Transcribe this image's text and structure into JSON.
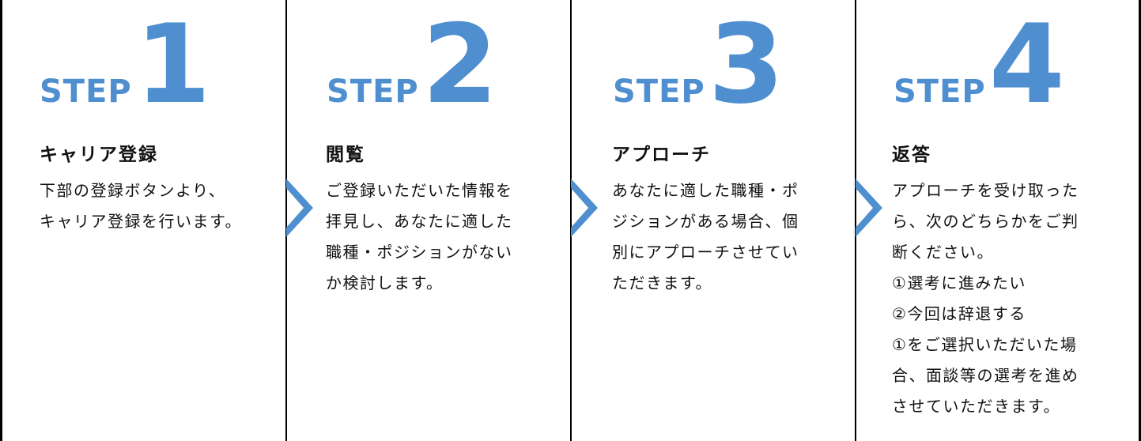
{
  "accent_color": "#4f8fd0",
  "steps": [
    {
      "word": "STEP",
      "number": "1",
      "title": "キャリア登録",
      "lines": [
        "下部の登録ボタンより、",
        "キャリア登録を行います。"
      ]
    },
    {
      "word": "STEP",
      "number": "2",
      "title": "閲覧",
      "lines": [
        "ご登録いただいた情報を",
        "拝見し、あなたに適した",
        "職種・ポジションがない",
        "か検討します。"
      ]
    },
    {
      "word": "STEP",
      "number": "3",
      "title": "アプローチ",
      "lines": [
        "あなたに適した職種・ポ",
        "ジションがある場合、個",
        "別にアプローチさせてい",
        "ただきます。"
      ]
    },
    {
      "word": "STEP",
      "number": "4",
      "title": "返答",
      "lines": [
        "アプローチを受け取った",
        "ら、次のどちらかをご判",
        "断ください。",
        "①選考に進みたい",
        "②今回は辞退する",
        "①をご選択いただいた場",
        "合、面談等の選考を進め",
        "させていただきます。"
      ]
    }
  ],
  "arrows": [
    {
      "icon": "chevron-right-icon"
    },
    {
      "icon": "chevron-right-icon"
    },
    {
      "icon": "chevron-right-icon"
    }
  ]
}
